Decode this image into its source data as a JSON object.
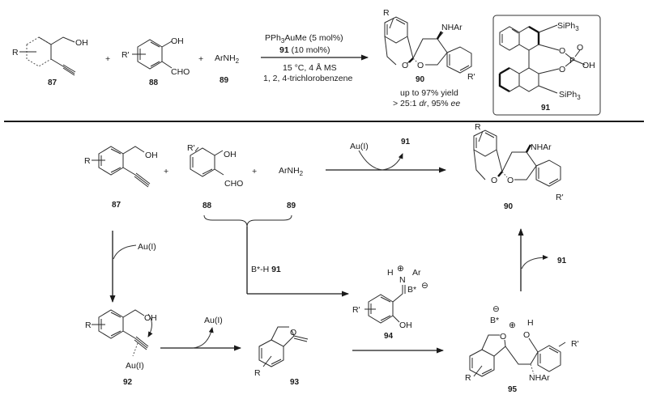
{
  "top_reaction": {
    "reactants": [
      {
        "id": "87",
        "substituent": "R",
        "group": "OH"
      },
      {
        "id": "88",
        "substituent": "R'",
        "groups": [
          "OH",
          "CHO"
        ]
      },
      {
        "id": "89",
        "formula": "ArNH",
        "subscript": "2"
      }
    ],
    "plus": "+",
    "conditions": {
      "catalyst_prefix": "PPh",
      "catalyst_sub": "3",
      "catalyst_suffix": "AuMe (5 mol%)",
      "cocatalyst_id": "91",
      "cocatalyst_loading": " (10 mol%)",
      "temperature_ms": "15 °C, 4 Å MS",
      "solvent": "1, 2, 4-trichlorobenzene"
    },
    "product": {
      "id": "90",
      "substituents": [
        "R",
        "R'"
      ],
      "amine": "NHAr",
      "oxygen": "O",
      "yield": "up to 97% yield",
      "selectivity_prefix": "> 25:1 ",
      "dr": "dr",
      "selectivity_mid": ", 95% ",
      "ee": "ee"
    },
    "catalyst_box": {
      "id": "91",
      "silyl": "SiPh",
      "silyl_sub": "3",
      "oxygen": "O",
      "phosphorus": "P",
      "hydroxyl": "OH"
    }
  },
  "mechanism": {
    "reactants": [
      {
        "id": "87",
        "substituent": "R",
        "group": "OH"
      },
      {
        "id": "88",
        "substituent": "R'",
        "groups": [
          "OH",
          "CHO"
        ]
      },
      {
        "id": "89",
        "formula": "ArNH",
        "subscript": "2"
      }
    ],
    "plus": "+",
    "direct_arrow": {
      "in": "Au(I)",
      "out": "91"
    },
    "product": {
      "id": "90",
      "substituents": [
        "R",
        "R'"
      ],
      "amine": "NHAr",
      "oxygen": "O"
    },
    "down_arrow_in": "Au(I)",
    "acid_label_prefix": "B*-H ",
    "acid_label_id": "91",
    "intermediate_92": {
      "id": "92",
      "substituent": "R",
      "group": "OH",
      "metal": "Au(I)"
    },
    "arrow_92_93_out": "Au(I)",
    "intermediate_93": {
      "id": "93",
      "substituent": "R",
      "oxygen": "O"
    },
    "intermediate_94": {
      "id": "94",
      "substituent": "R'",
      "hydroxyl": "OH",
      "h": "H",
      "n": "N",
      "ar": "Ar",
      "base": "B*",
      "plus": "⊕",
      "minus": "⊖"
    },
    "intermediate_95": {
      "id": "95",
      "substituents": [
        "R",
        "R'"
      ],
      "amine": "NHAr",
      "base": "B*",
      "oxygen": "O",
      "h": "H",
      "plus": "⊕",
      "minus": "⊖"
    },
    "up_arrow_out": "91"
  }
}
